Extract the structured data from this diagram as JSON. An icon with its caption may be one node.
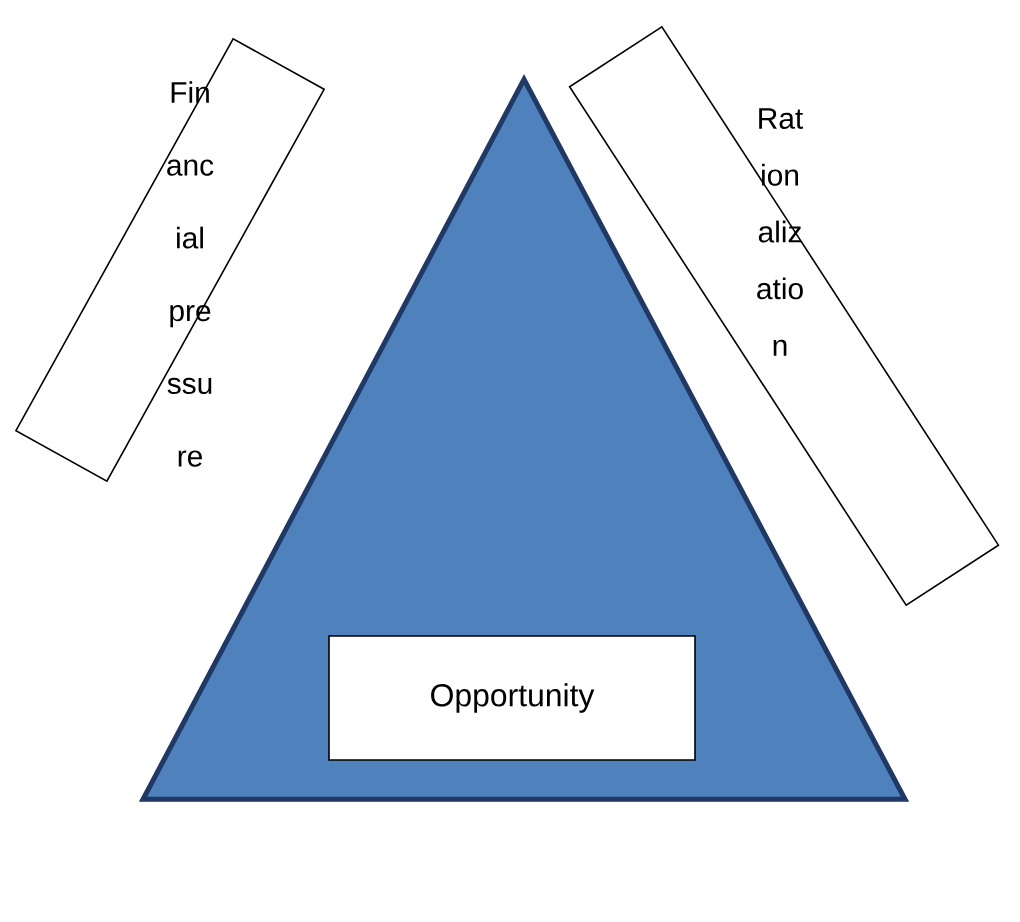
{
  "diagram": {
    "nodes": [
      {
        "text": [],
        "shape": "triangle"
      },
      {
        "text": [
          "Fin anc ial pre ssu re"
        ]
      },
      {
        "text": [
          "Rat ion aliz atio n"
        ]
      },
      {
        "text": [
          "Opportunity"
        ],
        "in": 0
      }
    ]
  }
}
